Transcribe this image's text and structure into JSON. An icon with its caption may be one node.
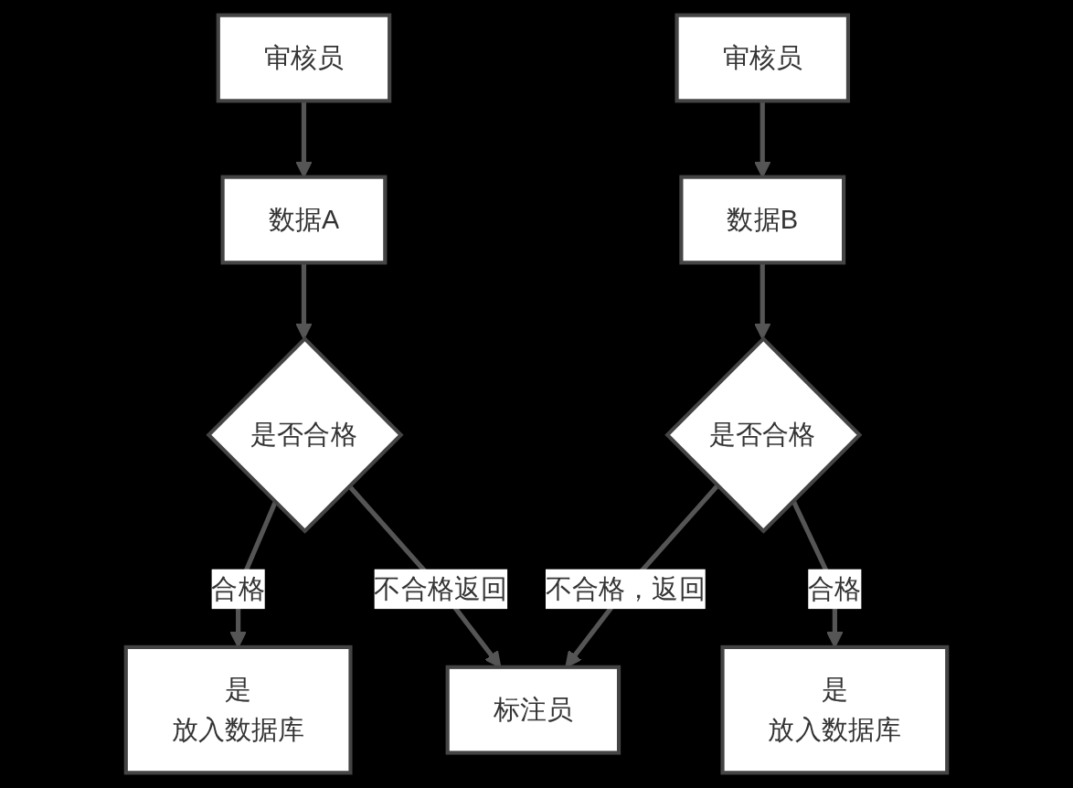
{
  "diagram": {
    "nodes": [
      {
        "text": [
          "审核员"
        ]
      },
      {
        "text": [
          "审核员"
        ]
      },
      {
        "text": [
          "标注员"
        ]
      },
      {
        "text": [
          "数据A"
        ]
      },
      {
        "text": [
          "数据B"
        ]
      },
      {
        "text": [
          "是否合格"
        ]
      },
      {
        "text": [
          "是否合格"
        ]
      },
      {
        "text": [
          "是",
          "放入数据库"
        ]
      },
      {
        "text": [
          "是",
          "放入数据库"
        ]
      }
    ],
    "edges": [
      {
        "from": 0,
        "to": 3,
        "arrow": "to"
      },
      {
        "from": 3,
        "to": 5,
        "arrow": "to"
      },
      {
        "from": 5,
        "to": 7,
        "arrow": "to",
        "label": "合格"
      },
      {
        "from": 5,
        "to": 2,
        "arrow": "to",
        "label": "不合格返回"
      },
      {
        "from": 1,
        "to": 4,
        "arrow": "to"
      },
      {
        "from": 4,
        "to": 6,
        "arrow": "to"
      },
      {
        "from": 6,
        "to": 8,
        "arrow": "to",
        "label": "合格"
      },
      {
        "from": 6,
        "to": 2,
        "arrow": "to",
        "label": "不合格，返回"
      }
    ]
  }
}
